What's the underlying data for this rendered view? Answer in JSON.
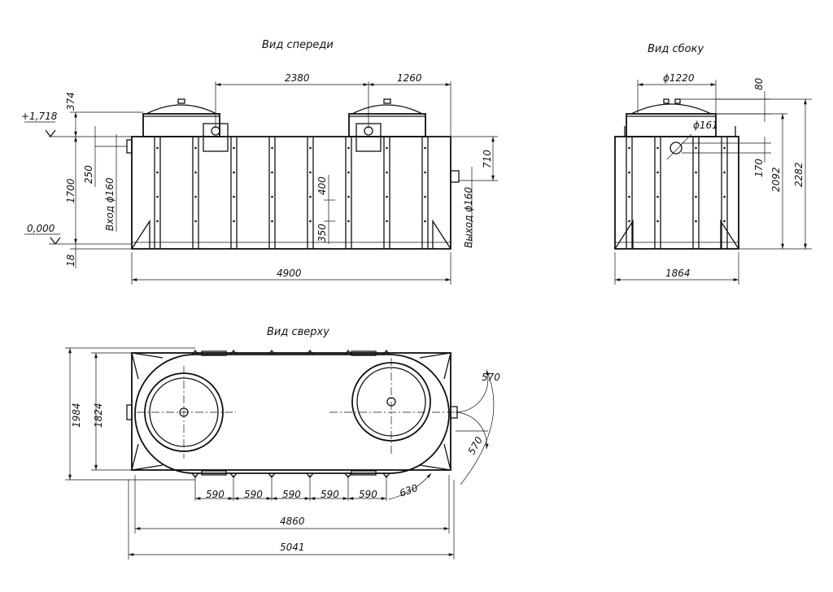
{
  "views": {
    "front": {
      "title": "Вид спереди",
      "dims": {
        "d2380": "2380",
        "d1260": "1260",
        "d374": "374",
        "lvl_top": "+1,718",
        "d1700": "1700",
        "d250": "250",
        "inlet": "Вход ϕ160",
        "lvl_zero": "0,000",
        "d18": "18",
        "d400": "400",
        "d350": "350",
        "d710": "710",
        "outlet": "Выход ϕ160",
        "d4900": "4900"
      }
    },
    "side": {
      "title": "Вид сбоку",
      "dims": {
        "d1220": "ϕ1220",
        "d80": "80",
        "d161": "ϕ161",
        "d170": "170",
        "d2092": "2092",
        "d2282": "2282",
        "d1864": "1864"
      }
    },
    "top": {
      "title": "Вид сверху",
      "dims": {
        "d1984": "1984",
        "d1824": "1824",
        "d570a": "570",
        "d570b": "570",
        "seg": [
          "590",
          "590",
          "590",
          "590",
          "590"
        ],
        "d630": "630",
        "d4860": "4860",
        "d5041": "5041"
      }
    }
  }
}
